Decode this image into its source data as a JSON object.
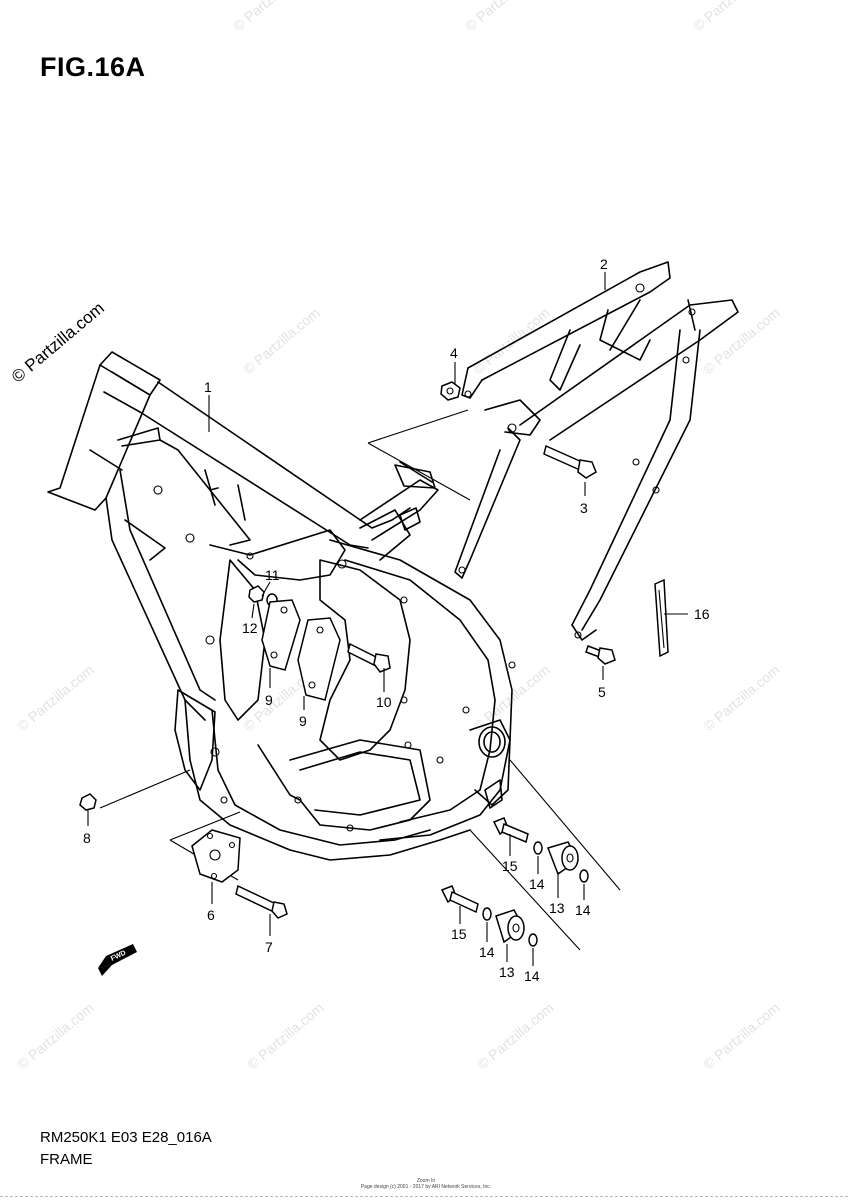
{
  "header": {
    "figure_title": "FIG.16A"
  },
  "brand": {
    "copyright_label": "© Partzilla.com",
    "watermark_text": "© Partzilla.com"
  },
  "footer_caption": {
    "model_code": "RM250K1 E03 E28_016A",
    "section_name": "FRAME",
    "fine_print_1": "Zoom In",
    "fine_print_2": "Page design (c) 2001 - 2017 by ARI Network Services, Inc."
  },
  "callouts": [
    {
      "label": "1"
    },
    {
      "label": "2"
    },
    {
      "label": "3"
    },
    {
      "label": "4"
    },
    {
      "label": "5"
    },
    {
      "label": "6"
    },
    {
      "label": "7"
    },
    {
      "label": "8"
    },
    {
      "label": "9"
    },
    {
      "label": "9"
    },
    {
      "label": "10"
    },
    {
      "label": "11"
    },
    {
      "label": "12"
    },
    {
      "label": "13"
    },
    {
      "label": "13"
    },
    {
      "label": "14"
    },
    {
      "label": "14"
    },
    {
      "label": "14"
    },
    {
      "label": "14"
    },
    {
      "label": "15"
    },
    {
      "label": "15"
    },
    {
      "label": "16"
    }
  ],
  "icons": {
    "direction_arrow": "fwd-arrow-icon",
    "arrow_label": "FWD"
  }
}
